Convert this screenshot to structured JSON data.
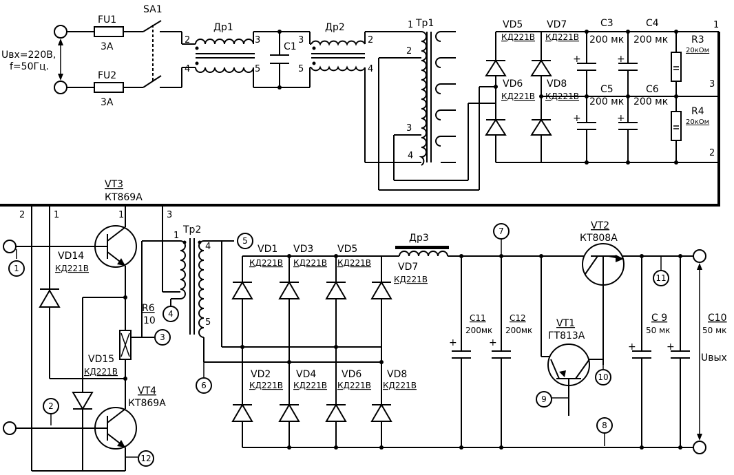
{
  "input": {
    "voltage": "Uвх=220В,",
    "freq": "f=50Гц."
  },
  "fuses": [
    {
      "name": "FU1",
      "rating": "3А"
    },
    {
      "name": "FU2",
      "rating": "3А"
    }
  ],
  "switch": {
    "name": "SA1"
  },
  "chokes": {
    "dr1": "Др1",
    "dr2": "Др2",
    "dr3": "Др3"
  },
  "transformers": {
    "tr1": "Тр1",
    "tr2": "Тр2"
  },
  "c1": "С1",
  "top_diodes": [
    {
      "name": "VD5",
      "type": "КД221В"
    },
    {
      "name": "VD7",
      "type": "КД221В"
    },
    {
      "name": "VD6",
      "type": "КД221В"
    },
    {
      "name": "VD8",
      "type": "КД221В"
    }
  ],
  "top_caps": [
    {
      "name": "С3",
      "value": "200 мк"
    },
    {
      "name": "С4",
      "value": "200 мк"
    },
    {
      "name": "С5",
      "value": "200 мк"
    },
    {
      "name": "С6",
      "value": "200 мк"
    }
  ],
  "top_resistors": [
    {
      "name": "R3",
      "value": "20кОм"
    },
    {
      "name": "R4",
      "value": "20кОм"
    }
  ],
  "bridge_diodes": [
    {
      "name": "VD1",
      "type": "КД221В"
    },
    {
      "name": "VD3",
      "type": "КД221В"
    },
    {
      "name": "VD5",
      "type": "КД221В"
    },
    {
      "name": "VD7",
      "type": "КД221В"
    },
    {
      "name": "VD2",
      "type": "КД221В"
    },
    {
      "name": "VD4",
      "type": "КД221В"
    },
    {
      "name": "VD6",
      "type": "КД221В"
    },
    {
      "name": "VD8",
      "type": "КД221В"
    }
  ],
  "transistors": {
    "vt1": {
      "name": "VT1",
      "type": "ГТ813А"
    },
    "vt2": {
      "name": "VT2",
      "type": "КТ808А"
    },
    "vt3": {
      "name": "VT3",
      "type": "КТ869А"
    },
    "vt4": {
      "name": "VT4",
      "type": "КТ869А"
    }
  },
  "inv_diodes": [
    {
      "name": "VD14",
      "type": "КД221В"
    },
    {
      "name": "VD15",
      "type": "КД221В"
    }
  ],
  "r6": {
    "name": "R6",
    "value": "10"
  },
  "out_caps": [
    {
      "name": "С11",
      "value": "200мк"
    },
    {
      "name": "С12",
      "value": "200мк"
    },
    {
      "name": "С 9",
      "value": "50 мк"
    },
    {
      "name": "С10",
      "value": "50 мк"
    }
  ],
  "output": {
    "label": "Uвых"
  },
  "plus": "+",
  "pins": {
    "p1": "1",
    "p2": "2",
    "p3": "3",
    "p4": "4",
    "p5": "5",
    "p6": "6",
    "t2": "2",
    "t3": "3",
    "t4": "4",
    "t5": "5",
    "c1": "1",
    "c2": "2",
    "c3": "3",
    "r1": "1",
    "r2": "2",
    "r3": "3"
  },
  "markers": [
    "1",
    "2",
    "3",
    "4",
    "5",
    "6",
    "7",
    "8",
    "9",
    "10",
    "11",
    "12"
  ]
}
